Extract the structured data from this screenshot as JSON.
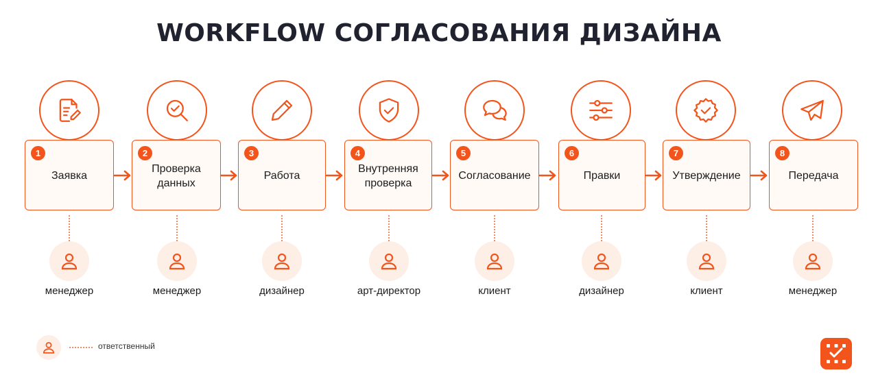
{
  "title": "WORKFLOW СОГЛАСОВАНИЯ ДИЗАЙНА",
  "colors": {
    "accent": "#f2541b",
    "pale": "#fdeee6",
    "title": "#20232f"
  },
  "steps": [
    {
      "number": "1",
      "label": "Заявка",
      "role": "менеджер",
      "icon": "document-edit-icon"
    },
    {
      "number": "2",
      "label": "Проверка данных",
      "role": "менеджер",
      "icon": "magnifier-check-icon"
    },
    {
      "number": "3",
      "label": "Работа",
      "role": "дизайнер",
      "icon": "pencil-icon"
    },
    {
      "number": "4",
      "label": "Внутренняя проверка",
      "role": "арт-директор",
      "icon": "shield-check-icon"
    },
    {
      "number": "5",
      "label": "Согласование",
      "role": "клиент",
      "icon": "chat-bubbles-icon"
    },
    {
      "number": "6",
      "label": "Правки",
      "role": "дизайнер",
      "icon": "sliders-icon"
    },
    {
      "number": "7",
      "label": "Утверждение",
      "role": "клиент",
      "icon": "badge-check-icon"
    },
    {
      "number": "8",
      "label": "Передача",
      "role": "менеджер",
      "icon": "paper-plane-icon"
    }
  ],
  "legend": {
    "label": "ответственный",
    "icon": "person-icon"
  },
  "logo": {
    "icon": "brand-logo-icon"
  }
}
